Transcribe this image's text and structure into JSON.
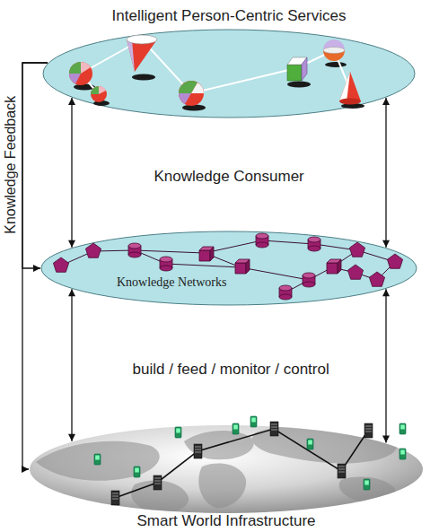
{
  "diagram": {
    "nodes": [
      {
        "text": [
          "Intelligent Person-Centric Services"
        ]
      },
      {
        "text": [
          "Knowledge Networks"
        ]
      },
      {
        "text": [
          "Smart World Infrastructure"
        ]
      }
    ],
    "edges": [
      {
        "from": 0,
        "to": 1,
        "arrow": "both"
      },
      {
        "from": 0,
        "to": 1,
        "arrow": "both"
      },
      {
        "from": 1,
        "to": 2,
        "arrow": "both"
      },
      {
        "from": 1,
        "to": 2,
        "arrow": "both"
      },
      {
        "from": 0,
        "to": 1,
        "arrow": "to"
      },
      {
        "from": 0,
        "to": 2,
        "arrow": "to",
        "label": "Knowledge Feedback"
      }
    ],
    "labels": [
      "Knowledge Consumer",
      "build / feed / monitor / control"
    ]
  }
}
